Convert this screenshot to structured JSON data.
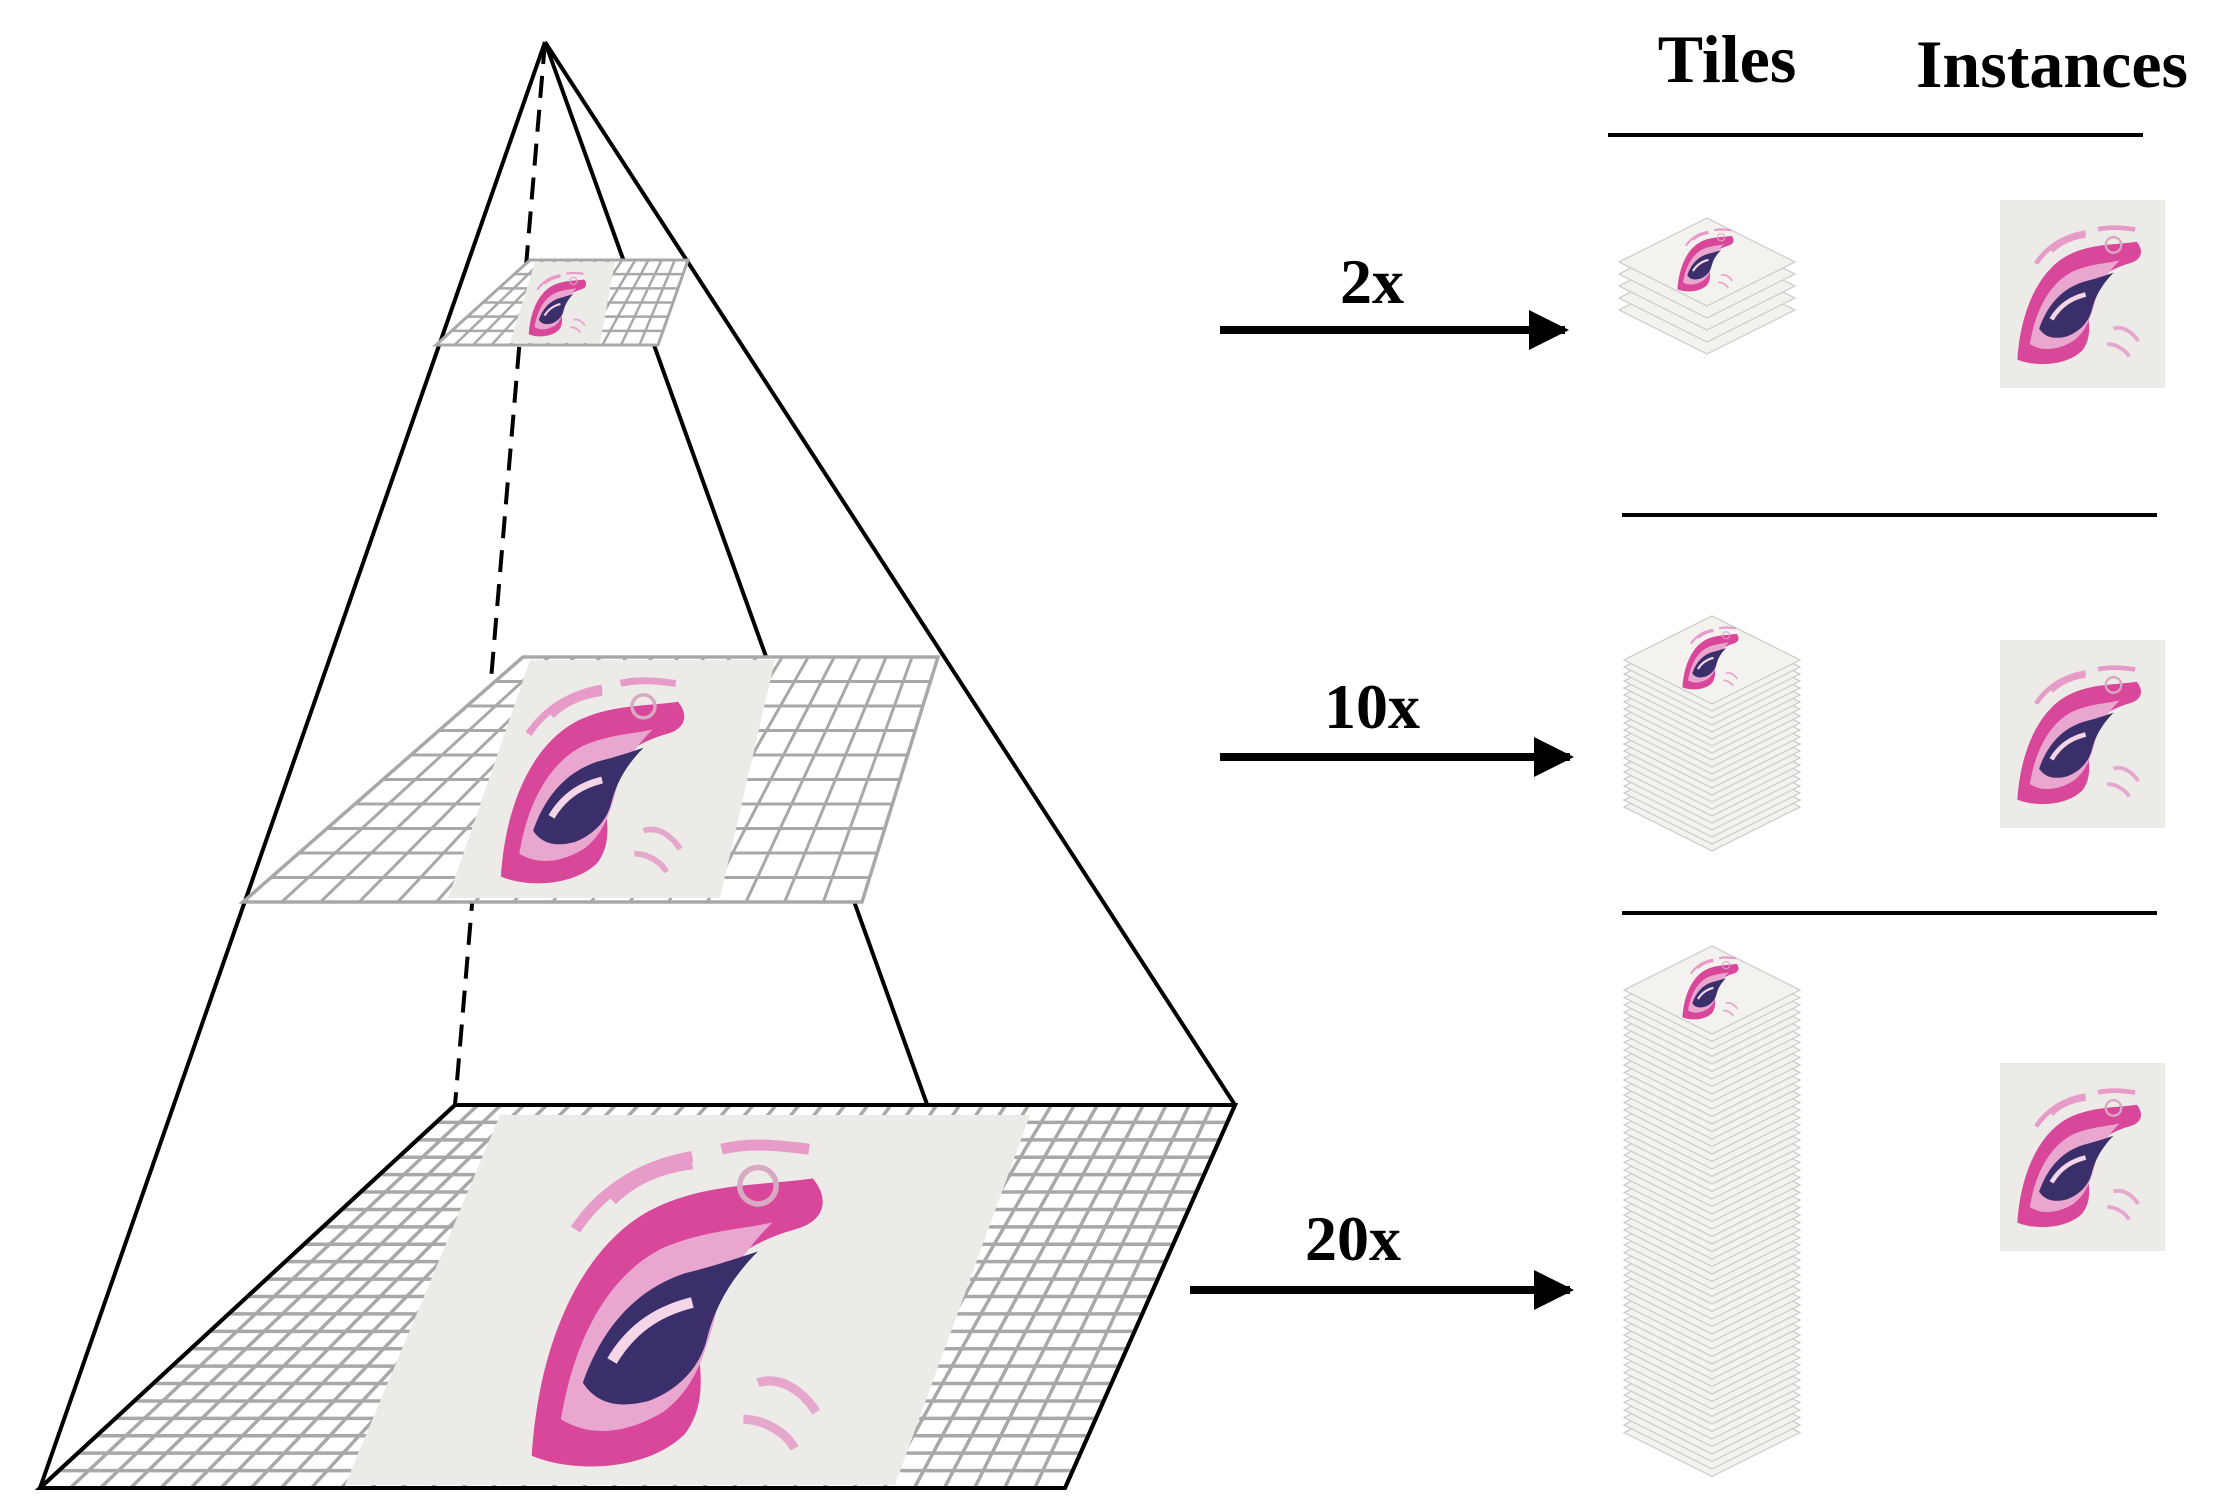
{
  "headers": {
    "tiles": "Tiles",
    "instances": "Instances"
  },
  "levels": [
    {
      "magnification": "2x"
    },
    {
      "magnification": "10x"
    },
    {
      "magnification": "20x"
    }
  ],
  "colors": {
    "line": "#000000",
    "grid": "#a8a8a8",
    "slide_bg": "#ecebe8",
    "tissue_pink": "#d9479a",
    "tissue_light": "#e9a6cf",
    "tissue_dark": "#3b2f6b"
  }
}
